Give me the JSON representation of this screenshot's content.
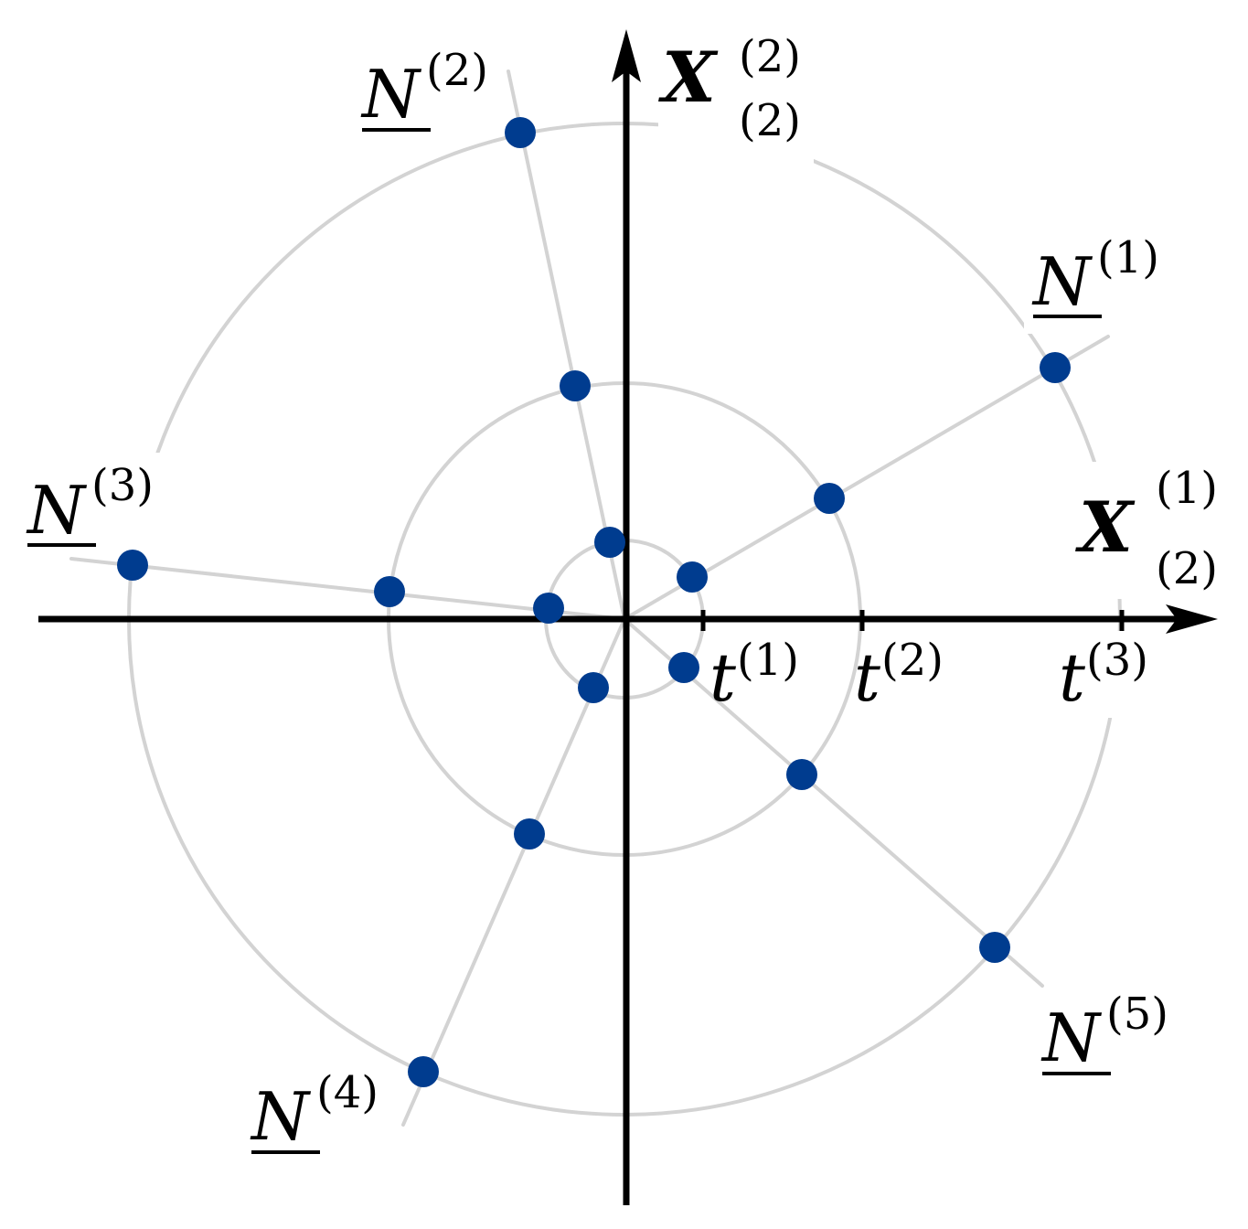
{
  "colors": {
    "background": "#ffffff",
    "axis": "#000000",
    "guide": "#d3d3d3",
    "point": "#003c8f"
  },
  "axes": {
    "horizontal": {
      "symbol": "X",
      "superscript": "(1)",
      "subscript": "(2)"
    },
    "vertical": {
      "symbol": "X",
      "superscript": "(2)",
      "subscript": "(2)"
    }
  },
  "ticks": [
    {
      "symbol": "t",
      "superscript": "(1)"
    },
    {
      "symbol": "t",
      "superscript": "(2)"
    },
    {
      "symbol": "t",
      "superscript": "(3)"
    }
  ],
  "rays": [
    {
      "symbol": "N",
      "superscript": "(1)"
    },
    {
      "symbol": "N",
      "superscript": "(2)"
    },
    {
      "symbol": "N",
      "superscript": "(3)"
    },
    {
      "symbol": "N",
      "superscript": "(4)"
    },
    {
      "symbol": "N",
      "superscript": "(5)"
    }
  ]
}
